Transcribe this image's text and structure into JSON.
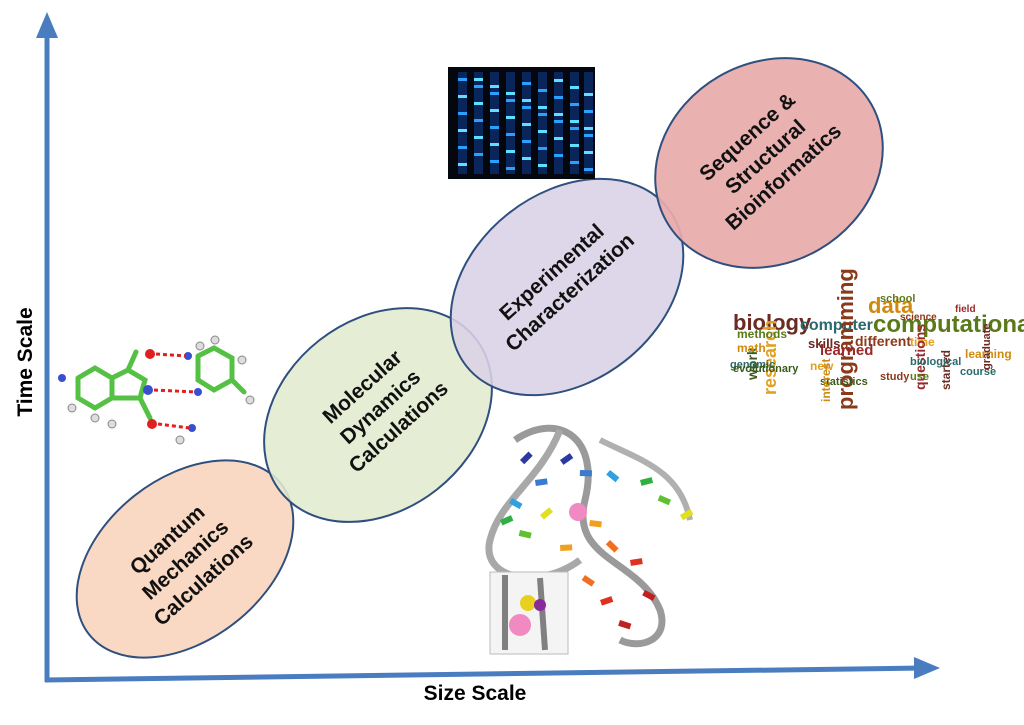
{
  "axes": {
    "x_title": "Size Scale",
    "y_title": "Time Scale",
    "color": "#4a7cc0"
  },
  "stages": [
    {
      "id": "quantum",
      "lines": [
        "Quantum",
        "Mechanics",
        "Calculations"
      ],
      "fill": "#f9d6bf"
    },
    {
      "id": "molecular",
      "lines": [
        "Molecular",
        "Dynamics",
        "Calculations"
      ],
      "fill": "#e2ebcf"
    },
    {
      "id": "experimental",
      "lines": [
        "Experimental",
        "Characterization"
      ],
      "fill": "#d9d2e6"
    },
    {
      "id": "sequence",
      "lines": [
        "Sequence &",
        "Structural",
        "Bioinformatics"
      ],
      "fill": "#e8aaaa"
    }
  ],
  "ellipse_stroke": "#2f4f7f",
  "word_cloud": {
    "words": [
      "biology",
      "computational",
      "data",
      "computer",
      "programming",
      "research",
      "work",
      "learned",
      "skills",
      "methods",
      "math",
      "genomic",
      "different",
      "time",
      "evolutionary",
      "questions",
      "started",
      "school",
      "learning",
      "biological",
      "study",
      "new",
      "statistics",
      "field",
      "graduate",
      "use",
      "interest",
      "course",
      "science"
    ]
  }
}
